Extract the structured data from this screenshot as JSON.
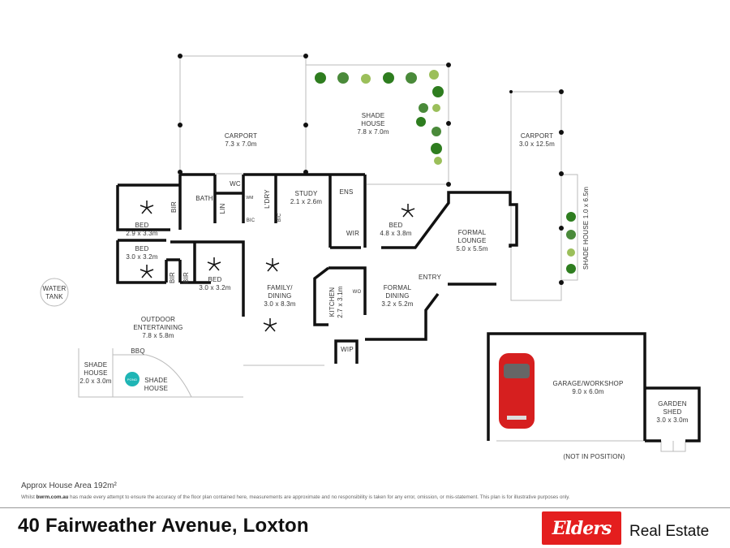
{
  "plan": {
    "rooms": {
      "carport_main": {
        "name": "CARPORT",
        "size": "7.3 x 7.0m"
      },
      "shade_house_top": {
        "name1": "SHADE",
        "name2": "HOUSE",
        "size": "7.8 x 7.0m"
      },
      "carport_side": {
        "name": "CARPORT",
        "size": "3.0 x 12.5m"
      },
      "shade_house_side": {
        "name": "SHADE HOUSE 1.0 x 6.5m"
      },
      "bed1": {
        "name": "BED",
        "size": "2.9 x 3.3m"
      },
      "bed2": {
        "name": "BED",
        "size": "3.0 x 3.2m"
      },
      "bed3": {
        "name": "BED",
        "size": "3.0 x 3.2m"
      },
      "bed_master": {
        "name": "BED",
        "size": "4.8 x 3.8m"
      },
      "bath": {
        "name": "BATH"
      },
      "wc": {
        "name": "WC"
      },
      "lin": {
        "name": "LIN"
      },
      "wm": {
        "name": "WM"
      },
      "bic1": {
        "name": "BIC"
      },
      "bic2": {
        "name": "BIC"
      },
      "laundry": {
        "name": "L'DRY"
      },
      "study": {
        "name": "STUDY",
        "size": "2.1 x 2.6m"
      },
      "ens": {
        "name": "ENS"
      },
      "wir": {
        "name": "WIR"
      },
      "bir1": {
        "name": "BIR"
      },
      "bir2": {
        "name": "BIR"
      },
      "bir3": {
        "name": "BIR"
      },
      "formal_lounge": {
        "name1": "FORMAL",
        "name2": "LOUNGE",
        "size": "5.0 x 5.5m"
      },
      "entry": {
        "name": "ENTRY"
      },
      "formal_dining": {
        "name1": "FORMAL",
        "name2": "DINING",
        "size": "3.2 x 5.2m"
      },
      "kitchen": {
        "name": "KITCHEN",
        "size": "2.7 x 3.1m"
      },
      "wo": {
        "name": "WO"
      },
      "wip": {
        "name": "WIP"
      },
      "family_dining": {
        "name1": "FAMILY/",
        "name2": "DINING",
        "size": "3.0 x 8.3m"
      },
      "water_tank": {
        "name1": "WATER",
        "name2": "TANK"
      },
      "outdoor": {
        "name1": "OUTDOOR",
        "name2": "ENTERTAINING",
        "size": "7.8 x 5.8m"
      },
      "bbq": {
        "name": "BBQ"
      },
      "shade_house_small": {
        "name1": "SHADE",
        "name2": "HOUSE",
        "size": "2.0 x 3.0m"
      },
      "shade_house_pond": {
        "name1": "SHADE",
        "name2": "HOUSE"
      },
      "pond": {
        "name": "POND"
      },
      "garage": {
        "name": "GARAGE/WORKSHOP",
        "size": "9.0 x 6.0m"
      },
      "garden_shed": {
        "name1": "GARDEN",
        "name2": "SHED",
        "size": "3.0 x 3.0m"
      },
      "not_in_position": {
        "name": "(NOT IN POSITION)"
      }
    },
    "colors": {
      "wall": "#111111",
      "thin": "#bbbbbb",
      "plant": "#2e7d1f",
      "pond": "#1fb5b5",
      "car": "#d61f1f"
    }
  },
  "footer": {
    "area": "Approx House Area 192m²",
    "disclaimer_pre": "Whilst ",
    "disclaimer_site": "bwrm.com.au",
    "disclaimer_post": " has made every attempt to ensure the accuracy of the floor plan contained here, measurements are approximate and no responsibility is taken for any error, omission, or mis-statement. This plan is for illustrative purposes only.",
    "address": "40 Fairweather Avenue, Loxton",
    "brand": "Elders",
    "brand_suffix": "Real Estate",
    "brand_color": "#e41e1e"
  }
}
